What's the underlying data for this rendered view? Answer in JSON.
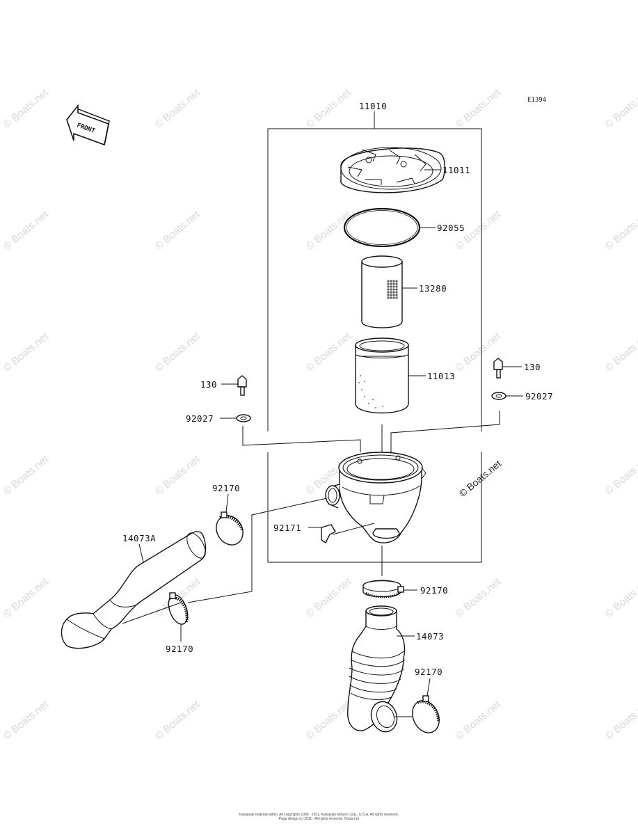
{
  "diagram_ref": "E1394",
  "front_label": "FRONT",
  "watermark": "© Boats.net",
  "callouts": {
    "assembly": "11010",
    "cap": "11011",
    "o_ring": "92055",
    "inner_element": "13280",
    "outer_element": "11013",
    "bolt_left": "130",
    "washer_left": "92027",
    "bolt_right": "130",
    "washer_right": "92027",
    "clamp_duct_upper": "92170",
    "duct_left": "14073A",
    "clamp_duct_lower": "92170",
    "clip": "92171",
    "clamp_housing_outlet": "92170",
    "hose_bellows": "14073",
    "clamp_hose_end": "92170"
  },
  "copyright_lines": [
    "Kawasaki material within. All copyrights 1995 - 2011, Kawasaki Motors Corp., U.S.A. All rights reserved.",
    "Page design (c) 2011 - All rights reserved. Boats.net"
  ]
}
